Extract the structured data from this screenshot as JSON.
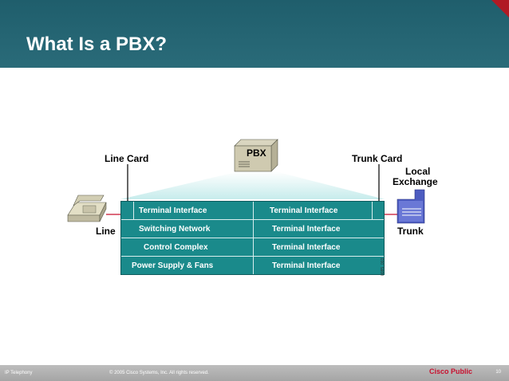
{
  "slide": {
    "title": "What Is a PBX?",
    "accent_color": "#b01a24"
  },
  "diagram": {
    "pbx_label": "PBX",
    "line_card_label": "Line Card",
    "trunk_card_label": "Trunk Card",
    "local_exchange_line1": "Local",
    "local_exchange_line2": "Exchange",
    "line_label": "Line",
    "trunk_label": "Trunk",
    "figure_code": "0085_003",
    "cells": {
      "r0c0": "Terminal Interface",
      "r0c1": "Terminal Interface",
      "r1c0": "Switching Network",
      "r1c1": "Terminal Interface",
      "r2c0": "Control Complex",
      "r2c1": "Terminal Interface",
      "r3c0": "Power Supply & Fans",
      "r3c1": "Terminal Interface"
    },
    "icons": [
      "phone-icon",
      "pbx-box-icon",
      "local-exchange-icon",
      "down-arrow-icon"
    ]
  },
  "footer": {
    "section": "IP Telephony",
    "copyright": "© 2005 Cisco Systems, Inc. All rights reserved.",
    "classification": "Cisco Public",
    "page": "10"
  }
}
